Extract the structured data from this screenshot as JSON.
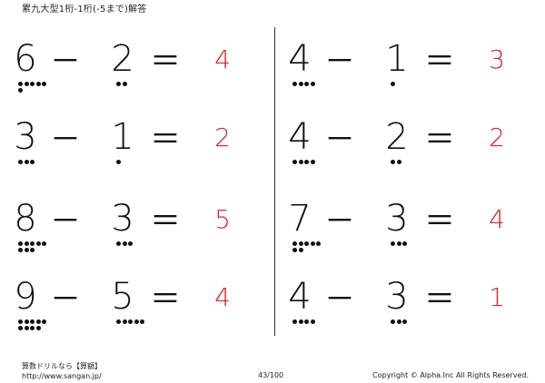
{
  "title": "累九大型1桁-1桁(-5まで)解答",
  "operators": {
    "minus": "－",
    "equals": "＝"
  },
  "problems": [
    {
      "a": "6",
      "b": "2",
      "answer": "4",
      "a_dots": 6,
      "b_dots": 2
    },
    {
      "a": "3",
      "b": "1",
      "answer": "2",
      "a_dots": 3,
      "b_dots": 1
    },
    {
      "a": "8",
      "b": "3",
      "answer": "5",
      "a_dots": 8,
      "b_dots": 3
    },
    {
      "a": "9",
      "b": "5",
      "answer": "4",
      "a_dots": 9,
      "b_dots": 5
    },
    {
      "a": "4",
      "b": "1",
      "answer": "3",
      "a_dots": 4,
      "b_dots": 1
    },
    {
      "a": "4",
      "b": "2",
      "answer": "2",
      "a_dots": 4,
      "b_dots": 2
    },
    {
      "a": "7",
      "b": "3",
      "answer": "4",
      "a_dots": 7,
      "b_dots": 3
    },
    {
      "a": "4",
      "b": "3",
      "answer": "1",
      "a_dots": 4,
      "b_dots": 3
    }
  ],
  "footer": {
    "brand": "算数ドリルなら【算額】",
    "url": "http://www.sangan.jp/",
    "page": "43/100",
    "copyright": "Copyright © Alpha.Inc All Rights Reserved."
  },
  "colors": {
    "answer": "#d6202a",
    "text": "#111111"
  }
}
